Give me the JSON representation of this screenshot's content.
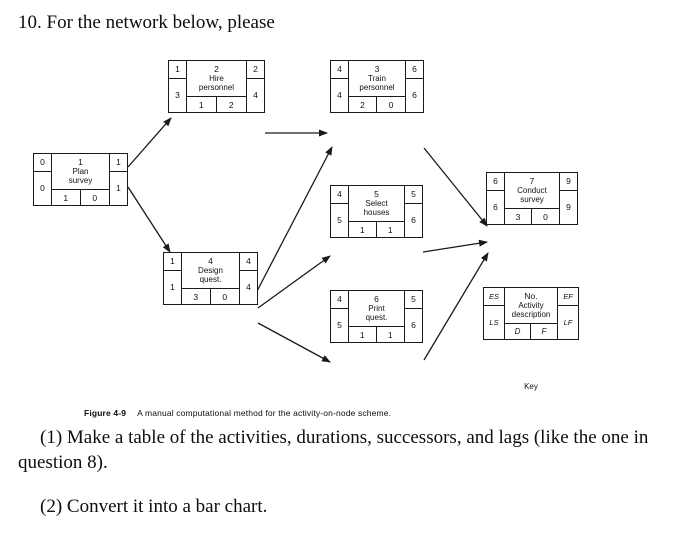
{
  "question": {
    "heading": "10. For the network below, please",
    "task_1": "(1) Make a table of the activities, durations, successors, and lags (like the one in question 8).",
    "task_2": "(2) Convert it into a bar chart."
  },
  "figure": {
    "label": "Figure 4-9",
    "caption": "A manual computational method for the activity-on-node scheme.",
    "key_caption": "Key",
    "colors": {
      "ink": "#121212",
      "page": "#ffffff"
    }
  },
  "chart_data": {
    "type": "diagram",
    "diagram_kind": "activity-on-node-network",
    "title": "A manual computational method for the activity-on-node scheme.",
    "node_fields": [
      "ES",
      "EF",
      "LS",
      "LF",
      "D",
      "F"
    ],
    "nodes": [
      {
        "id": "1",
        "number": "1",
        "description_line1": "Plan",
        "description_line2": "survey",
        "es": "0",
        "ef": "1",
        "ls": "0",
        "lf": "1",
        "d": "1",
        "f": "0"
      },
      {
        "id": "2",
        "number": "2",
        "description_line1": "Hire",
        "description_line2": "personnel",
        "es": "1",
        "ef": "2",
        "ls": "3",
        "lf": "4",
        "d": "1",
        "f": "2"
      },
      {
        "id": "3",
        "number": "3",
        "description_line1": "Train",
        "description_line2": "personnel",
        "es": "4",
        "ef": "6",
        "ls": "4",
        "lf": "6",
        "d": "2",
        "f": "0"
      },
      {
        "id": "4",
        "number": "4",
        "description_line1": "Design",
        "description_line2": "quest.",
        "es": "1",
        "ef": "4",
        "ls": "1",
        "lf": "4",
        "d": "3",
        "f": "0"
      },
      {
        "id": "5",
        "number": "5",
        "description_line1": "Select",
        "description_line2": "houses",
        "es": "4",
        "ef": "5",
        "ls": "5",
        "lf": "6",
        "d": "1",
        "f": "1"
      },
      {
        "id": "6",
        "number": "6",
        "description_line1": "Print",
        "description_line2": "quest.",
        "es": "4",
        "ef": "5",
        "ls": "5",
        "lf": "6",
        "d": "1",
        "f": "1"
      },
      {
        "id": "7",
        "number": "7",
        "description_line1": "Conduct",
        "description_line2": "survey",
        "es": "6",
        "ef": "9",
        "ls": "6",
        "lf": "9",
        "d": "3",
        "f": "0"
      }
    ],
    "edges": [
      {
        "from": "1",
        "to": "2"
      },
      {
        "from": "1",
        "to": "4"
      },
      {
        "from": "2",
        "to": "3"
      },
      {
        "from": "4",
        "to": "3"
      },
      {
        "from": "4",
        "to": "5"
      },
      {
        "from": "4",
        "to": "6"
      },
      {
        "from": "3",
        "to": "7"
      },
      {
        "from": "5",
        "to": "7"
      },
      {
        "from": "6",
        "to": "7"
      }
    ],
    "key": {
      "number": "No.",
      "description_line1": "Activity",
      "description_line2": "description",
      "es": "ES",
      "ef": "EF",
      "ls": "LS",
      "lf": "LF",
      "d": "D",
      "f": "F"
    }
  }
}
